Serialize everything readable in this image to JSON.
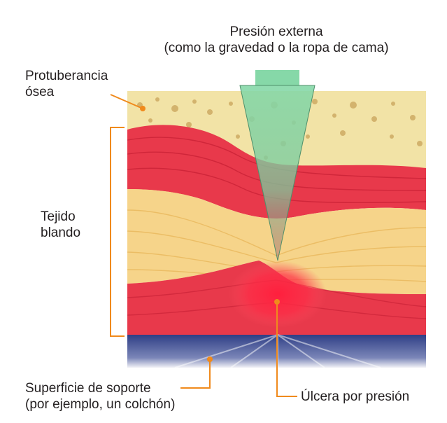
{
  "labels": {
    "pressure_line1": "Presión externa",
    "pressure_line2": "(como la gravedad o la ropa de cama)",
    "bone_line1": "Protuberancia",
    "bone_line2": "ósea",
    "tissue_line1": "Tejido",
    "tissue_line2": "blando",
    "surface_line1": "Superficie de soporte",
    "surface_line2": "(por ejemplo, un colchón)",
    "ulcer": "Úlcera por presión"
  },
  "colors": {
    "callout": "#f08a1c",
    "bone": "#f2e3a6",
    "muscle": "#e8394b",
    "fat": "#f6d48a",
    "mattress": "#2f3f86",
    "pressure_wedge": "#86d8a8",
    "ulcer": "#ff1f3d"
  }
}
